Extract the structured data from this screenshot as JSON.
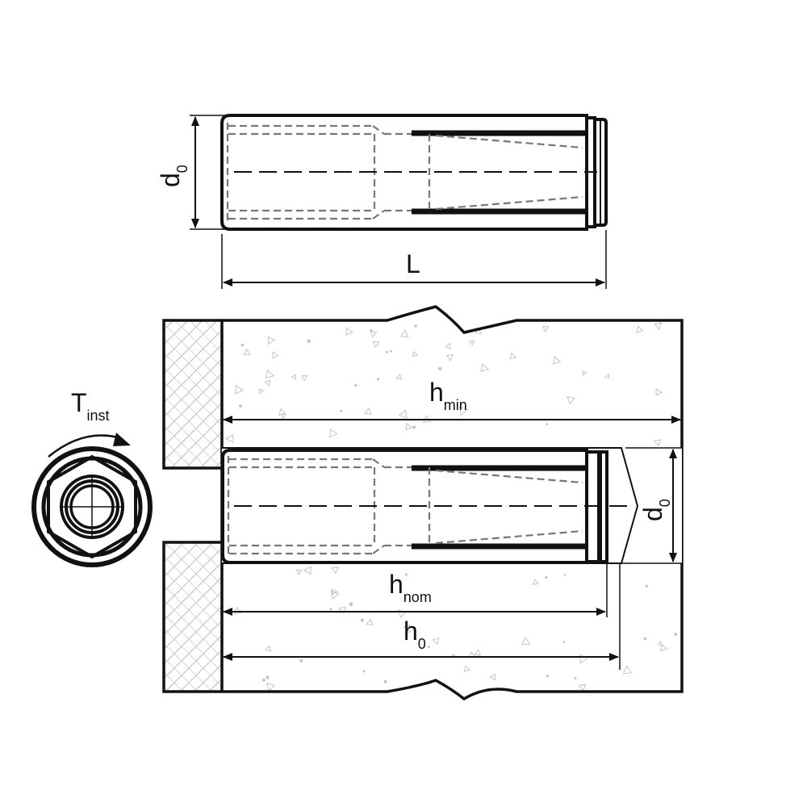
{
  "labels": {
    "d0_top": {
      "main": "d",
      "sub": "0"
    },
    "L": {
      "main": "L"
    },
    "t_inst": {
      "main": "T",
      "sub": "inst"
    },
    "h_min": {
      "main": "h",
      "sub": "min"
    },
    "d0_right": {
      "main": "d",
      "sub": "0"
    },
    "h_nom": {
      "main": "h",
      "sub": "nom"
    },
    "h0": {
      "main": "h",
      "sub": "0"
    }
  },
  "colors": {
    "line": "#111111",
    "hidden": "#777777",
    "hatch": "#bbbbbb",
    "speckle": "#c4c4c4"
  }
}
